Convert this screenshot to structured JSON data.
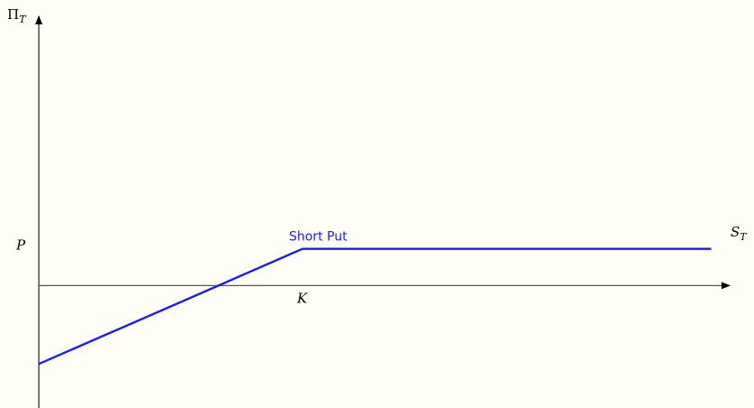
{
  "chart_data": {
    "type": "line",
    "title": "",
    "xlabel": {
      "main": "S",
      "sub": "T"
    },
    "ylabel": {
      "main": "Π",
      "sub": "T"
    },
    "xlim": [
      0,
      2.62
    ],
    "ylim": [
      -2.5,
      5.5
    ],
    "y_tick_labels": [
      {
        "value": 0.75,
        "label": "P"
      }
    ],
    "x_tick_labels": [
      {
        "value": 1.0,
        "label": "K"
      }
    ],
    "grid": false,
    "legend": "none",
    "series": [
      {
        "name": "Short Put",
        "color": "#1a1aff",
        "x": [
          0,
          1.0,
          2.55
        ],
        "y": [
          -1.6,
          0.75,
          0.75
        ]
      }
    ]
  }
}
